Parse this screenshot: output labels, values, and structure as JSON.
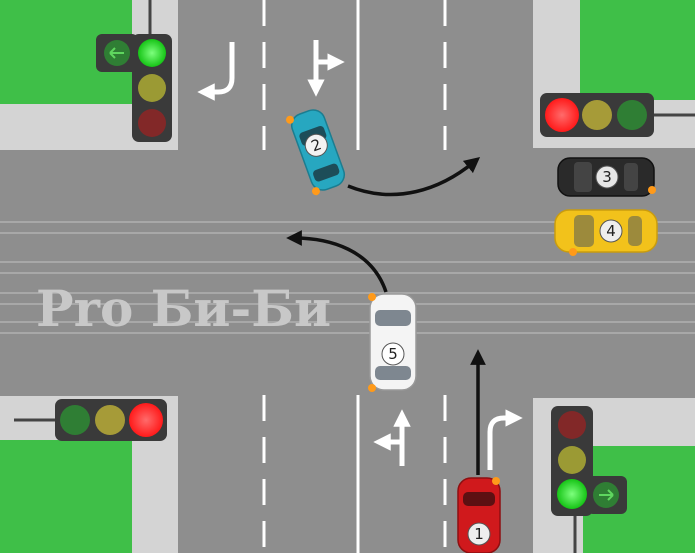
{
  "watermark": "Pro Би-Би",
  "cars": [
    {
      "id": "car-1",
      "number": "1",
      "color": "#d0191c"
    },
    {
      "id": "car-2",
      "number": "2",
      "color": "#27a7c0"
    },
    {
      "id": "car-3",
      "number": "3",
      "color": "#2a2a2a"
    },
    {
      "id": "car-4",
      "number": "4",
      "color": "#f2c21b"
    },
    {
      "id": "car-5",
      "number": "5",
      "color": "#f4f4f4"
    }
  ],
  "traffic_lights": {
    "top_left": {
      "active": "green",
      "arrow_section": "green-left-arrow"
    },
    "top_right": {
      "active": "red"
    },
    "bottom_left": {
      "active": "red"
    },
    "bottom_right": {
      "active": "green",
      "arrow_section": "right-arrow-off"
    }
  },
  "colors": {
    "road": "#8e8e8e",
    "grass": "#3fbf48",
    "sidewalk": "#d6d6d6",
    "light_red": "#ff2a2a",
    "light_green": "#1fd61f"
  }
}
